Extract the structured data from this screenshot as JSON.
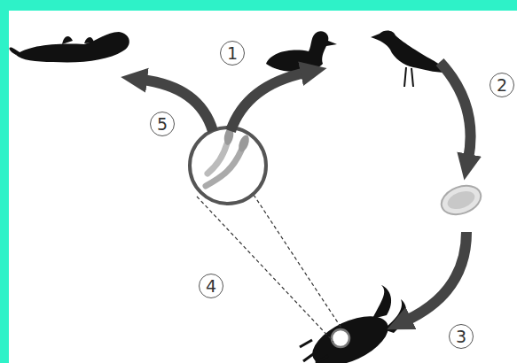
{
  "diagram": {
    "nodes": [
      {
        "text": [
          "1"
        ]
      },
      {
        "text": [
          "2"
        ]
      },
      {
        "text": [
          "5"
        ]
      },
      {
        "text": [
          "4"
        ]
      },
      {
        "text": [
          "3"
        ]
      }
    ]
  }
}
